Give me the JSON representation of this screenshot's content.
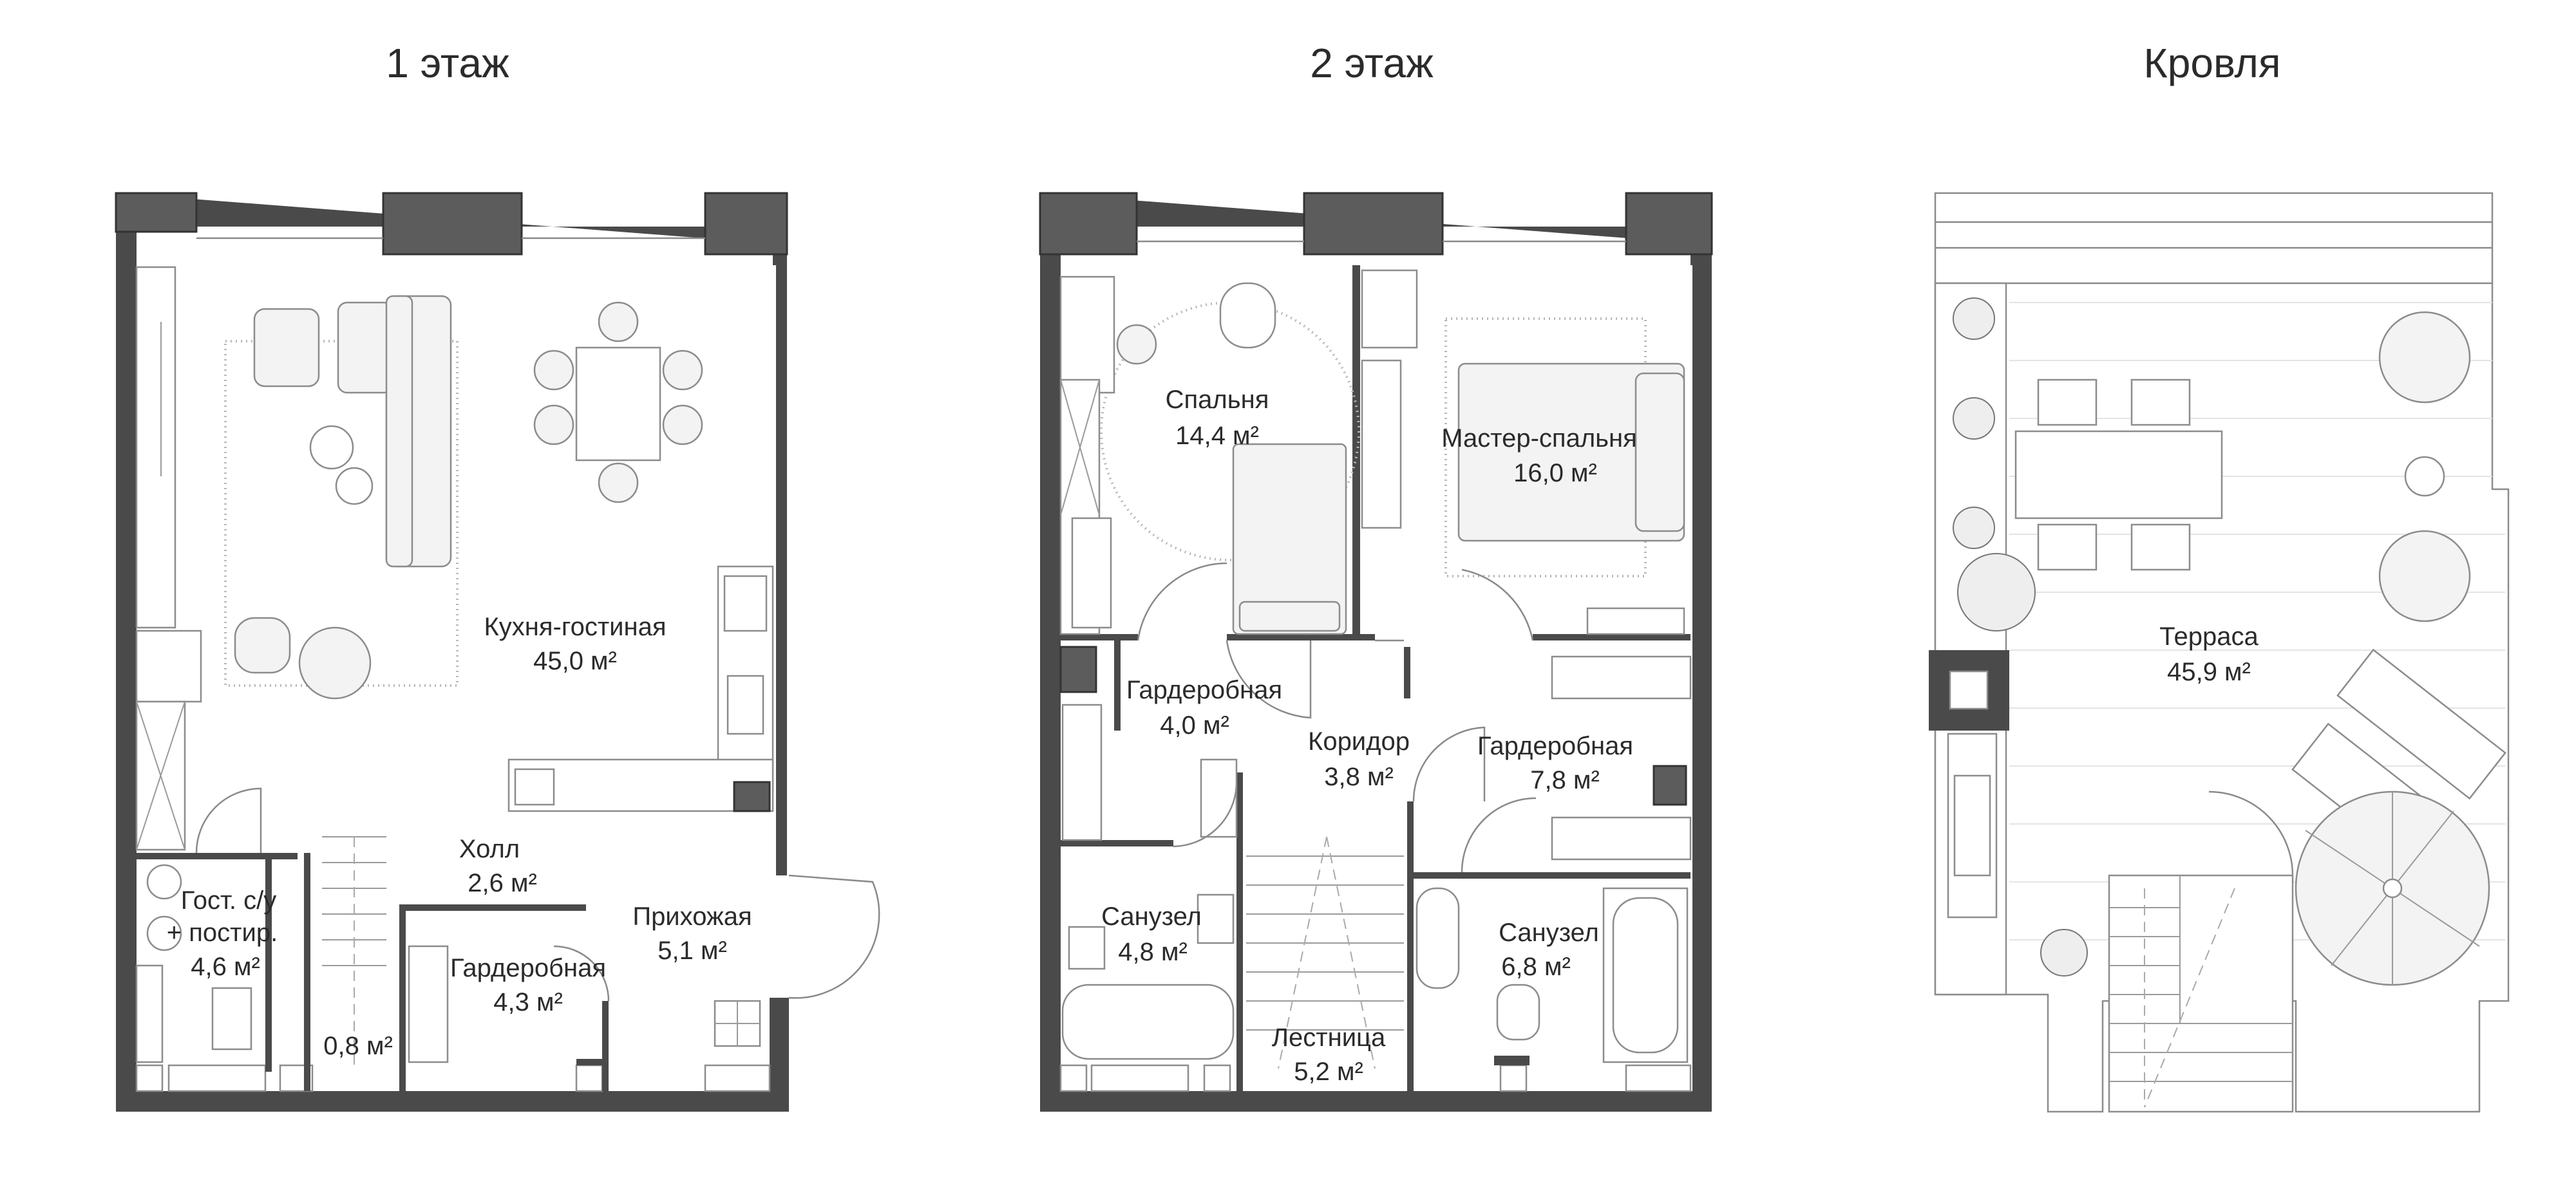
{
  "floors": [
    {
      "title": "1 этаж",
      "rooms": [
        {
          "name": "Кухня-гостиная",
          "area": "45,0 м²"
        },
        {
          "name": "Холл",
          "area": "2,6 м²"
        },
        {
          "name": "Прихожая",
          "area": "5,1 м²"
        },
        {
          "name": "Гардеробная",
          "area": "4,3 м²"
        },
        {
          "name_line1": "Гост. с/у",
          "name_line2": "+ постир.",
          "area": "4,6 м²"
        },
        {
          "area": "0,8 м²"
        }
      ]
    },
    {
      "title": "2 этаж",
      "rooms": [
        {
          "name": "Спальня",
          "area": "14,4 м²"
        },
        {
          "name": "Мастер-спальня",
          "area": "16,0 м²"
        },
        {
          "name": "Гардеробная",
          "area": "4,0 м²"
        },
        {
          "name": "Коридор",
          "area": "3,8 м²"
        },
        {
          "name": "Гардеробная",
          "area": "7,8 м²"
        },
        {
          "name": "Санузел",
          "area": "4,8 м²"
        },
        {
          "name": "Санузел",
          "area": "6,8 м²"
        },
        {
          "name": "Лестница",
          "area": "5,2 м²"
        }
      ]
    },
    {
      "title": "Кровля",
      "rooms": [
        {
          "name": "Терраса",
          "area": "45,9 м²"
        }
      ]
    }
  ],
  "colors": {
    "wall": "#4a4a4a",
    "line": "#8c8c8c",
    "background": "#ffffff"
  }
}
